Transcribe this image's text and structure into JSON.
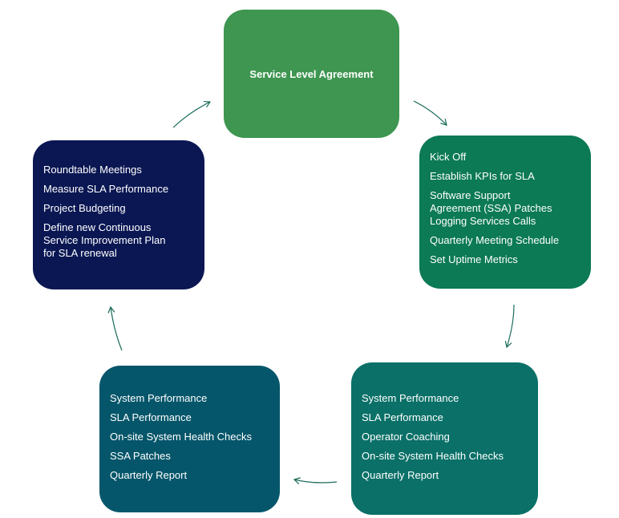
{
  "diagram": {
    "top": {
      "title": "Service Level Agreement"
    },
    "right": {
      "items": [
        "Kick Off",
        "Establish KPIs for SLA",
        "Software Support\nAgreement (SSA) Patches\nLogging Services Calls",
        "Quarterly Meeting Schedule",
        "Set Uptime Metrics"
      ]
    },
    "bottom_right": {
      "items": [
        "System Performance",
        "SLA Performance",
        "Operator Coaching",
        "On-site System Health Checks",
        "Quarterly Report"
      ]
    },
    "bottom_left": {
      "items": [
        "System Performance",
        "SLA Performance",
        "On-site System Health Checks",
        "SSA Patches",
        "Quarterly Report"
      ]
    },
    "left": {
      "items": [
        "Roundtable Meetings",
        "Measure SLA Performance",
        "Project Budgeting",
        "Define new Continuous\nService Improvement Plan\nfor SLA renewal"
      ]
    },
    "colors": {
      "top": "#3e9651",
      "right": "#0c7a54",
      "bottom_right": "#0a7068",
      "bottom_left": "#05566a",
      "left": "#0a1753",
      "arrow": "#1a6b5a"
    }
  }
}
